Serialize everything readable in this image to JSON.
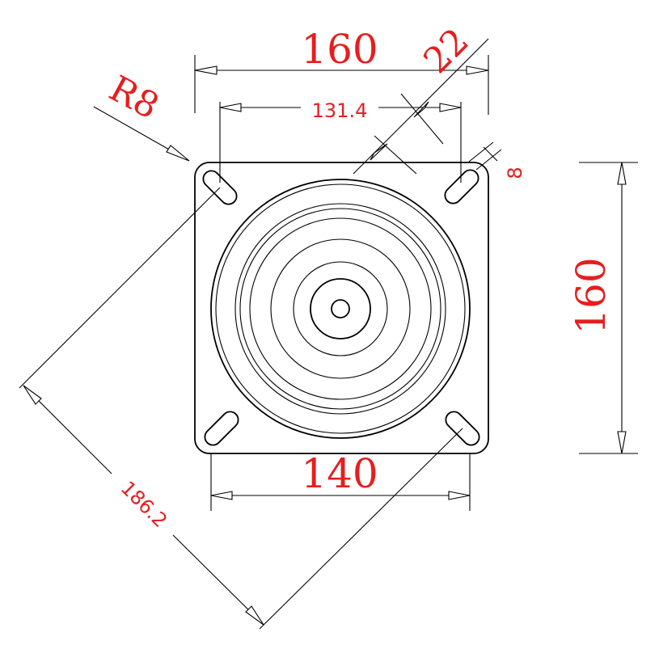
{
  "colors": {
    "dimension_text": "#e61e1e",
    "linework": "#000000",
    "background": "#ffffff"
  },
  "dimensions": {
    "overall_width": "160",
    "hole_spacing": "131.4",
    "slot_width": "22",
    "slot_dim": "8",
    "corner_radius": "R8",
    "overall_height": "160",
    "bottom_width": "140",
    "diagonal": "186.2"
  }
}
